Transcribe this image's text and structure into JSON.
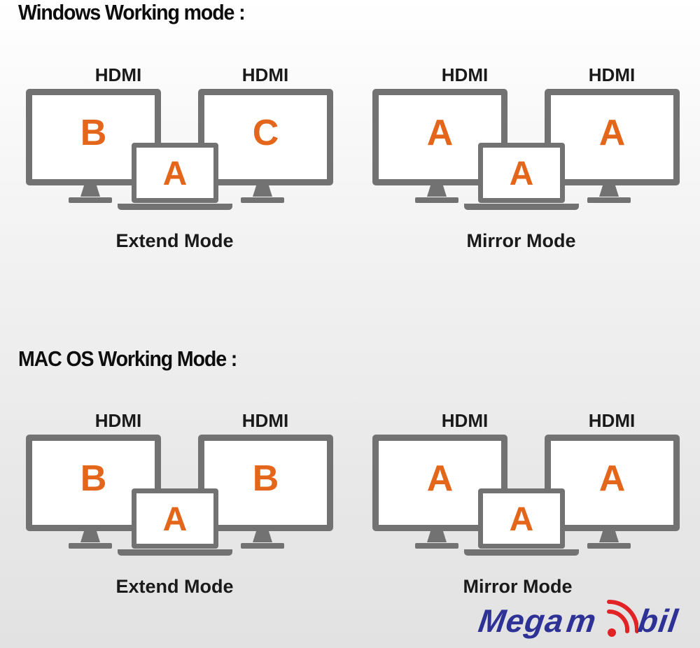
{
  "sections": [
    {
      "title": "Windows Working mode :",
      "diagrams": [
        {
          "hdmi_left": "HDMI",
          "hdmi_right": "HDMI",
          "monitor_left": "B",
          "monitor_right": "C",
          "laptop": "A",
          "mode": "Extend Mode"
        },
        {
          "hdmi_left": "HDMI",
          "hdmi_right": "HDMI",
          "monitor_left": "A",
          "monitor_right": "A",
          "laptop": "A",
          "mode": "Mirror Mode"
        }
      ]
    },
    {
      "title": "MAC OS Working Mode :",
      "diagrams": [
        {
          "hdmi_left": "HDMI",
          "hdmi_right": "HDMI",
          "monitor_left": "B",
          "monitor_right": "B",
          "laptop": "A",
          "mode": "Extend Mode"
        },
        {
          "hdmi_left": "HDMI",
          "hdmi_right": "HDMI",
          "monitor_left": "A",
          "monitor_right": "A",
          "laptop": "A",
          "mode": "Mirror Mode"
        }
      ]
    }
  ],
  "logo": {
    "part1": "Mega",
    "part2": "m",
    "part3": "bil"
  },
  "colors": {
    "device": "#727272",
    "letter": "#e3661a",
    "logo_text": "#2e3196",
    "logo_signal": "#e32226"
  },
  "icons": [
    "monitor-icon",
    "laptop-icon",
    "wifi-signal-icon"
  ]
}
